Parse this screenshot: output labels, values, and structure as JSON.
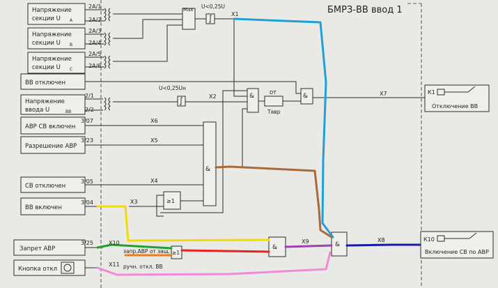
{
  "title": "БМРЗ-ВВ ввод 1",
  "inputs": {
    "ua_line1": "Напряжение",
    "ua_line2": "секции U",
    "ub_line1": "Напряжение",
    "ub_line2": "секции U",
    "uc_line1": "Напряжение",
    "uc_line2": "секции U",
    "sub_a": "A",
    "sub_b": "B",
    "sub_c": "C",
    "vv_off": "ВВ отключен",
    "uvv_line1": "Напряжение",
    "uvv_line2": "ввода  U",
    "sub_vv": "ВВ",
    "avr_sv_on": "АВР СВ включен",
    "avr_allow": "Разрешение АВР",
    "sv_off": "СВ отключен",
    "vv_on": "ВВ включен",
    "avr_block": "Запрет АВР",
    "btn_off": "Кнопка откл"
  },
  "pins": {
    "p2a1": "2А/1",
    "p2a2": "2А/2",
    "p2a3": "2А/3",
    "p2a4": "2А/4",
    "p2a5": "2А/5",
    "p2a6": "2А/6",
    "p21": "2/1",
    "p22": "2/2",
    "p307": "3/07",
    "p323": "3/23",
    "p305": "3/05",
    "p304": "3/04",
    "p325": "3/25"
  },
  "logic": {
    "max": "Мах",
    "u_lt_025u": "U<0,25U",
    "u_lt_025un": "U<0,25Uн",
    "and": "&",
    "or": "≥1",
    "dt": "DT",
    "tavr": "Тавр"
  },
  "signals": {
    "x1": "X1",
    "x2": "X2",
    "x3": "X3",
    "x4": "X4",
    "x5": "X5",
    "x6": "X6",
    "x7": "X7",
    "x8": "X8",
    "x9": "X9",
    "x10": "X10",
    "x11": "X11",
    "zapr_avr": "запр.АВР  от  защ.",
    "ruchn": "ручн.  откл.  ВВ"
  },
  "outputs": {
    "k1": "К1",
    "vv_trip": "Отключение ВВ",
    "k10": "К10",
    "sv_on": "Включение СВ по АВР"
  },
  "colors": {
    "x1_wire": "#1e9fd8",
    "x4_wire": "#a86a3a",
    "x3_wire": "#f2dc00",
    "x10_wire": "#23a02b",
    "zapr_wire": "#ef7b1c",
    "red_wire": "#e8231f",
    "x9_wire": "#a040b0",
    "x8_wire": "#1a1aa8",
    "x11_wire": "#f08ad8"
  }
}
